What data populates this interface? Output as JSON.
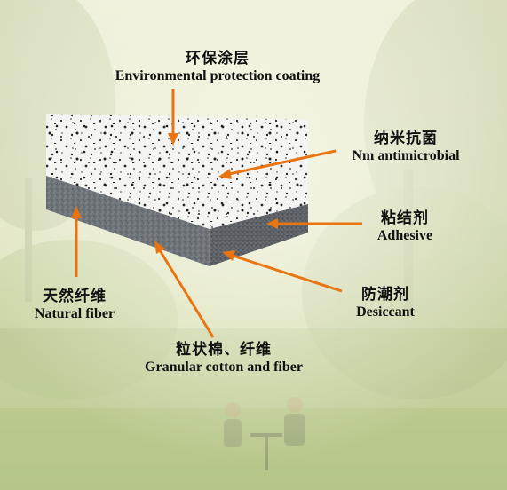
{
  "labels": {
    "coating": {
      "cn": "环保涂层",
      "en": "Environmental protection coating"
    },
    "antimicro": {
      "cn": "纳米抗菌",
      "en": "Nm antimicrobial"
    },
    "adhesive": {
      "cn": "粘结剂",
      "en": "Adhesive"
    },
    "desiccant": {
      "cn": "防潮剂",
      "en": "Desiccant"
    },
    "natural": {
      "cn": "天然纤维",
      "en": "Natural fiber"
    },
    "granular": {
      "cn": "粒状棉、纤维",
      "en": "Granular cotton and fiber"
    }
  },
  "colors": {
    "arrow": "#e87512",
    "top_face": "#f4f5f3",
    "left_face": "#70757a",
    "right_face": "#5d6166"
  }
}
